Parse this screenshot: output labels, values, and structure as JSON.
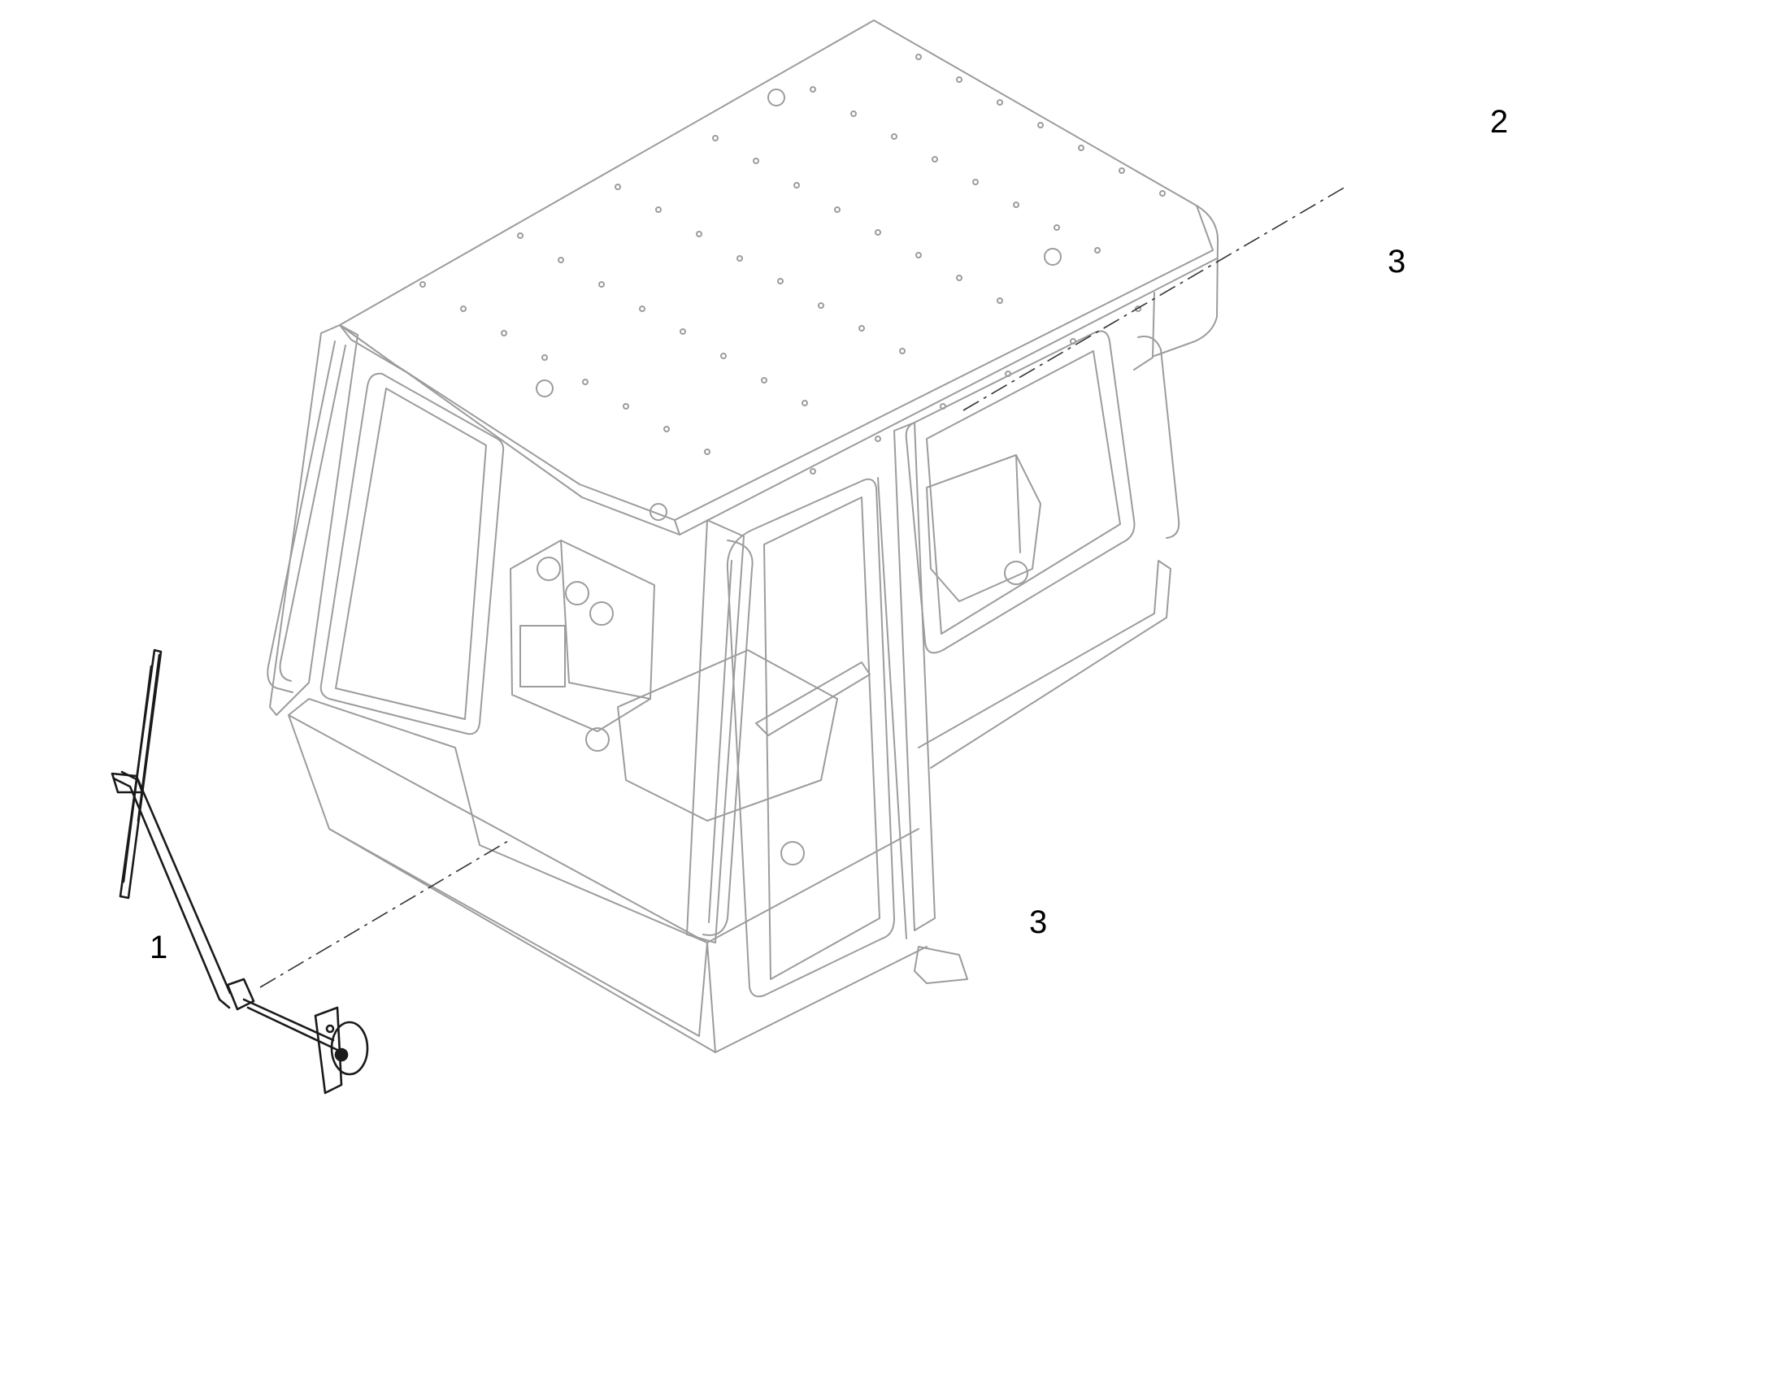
{
  "callouts": {
    "front_wiper": "1",
    "rear_wiper": "2",
    "harness_short": "3",
    "harness_long": "3"
  },
  "colors": {
    "cab_line": "#9c9c9c",
    "part_line": "#1a1a1a",
    "background": "#ffffff"
  }
}
